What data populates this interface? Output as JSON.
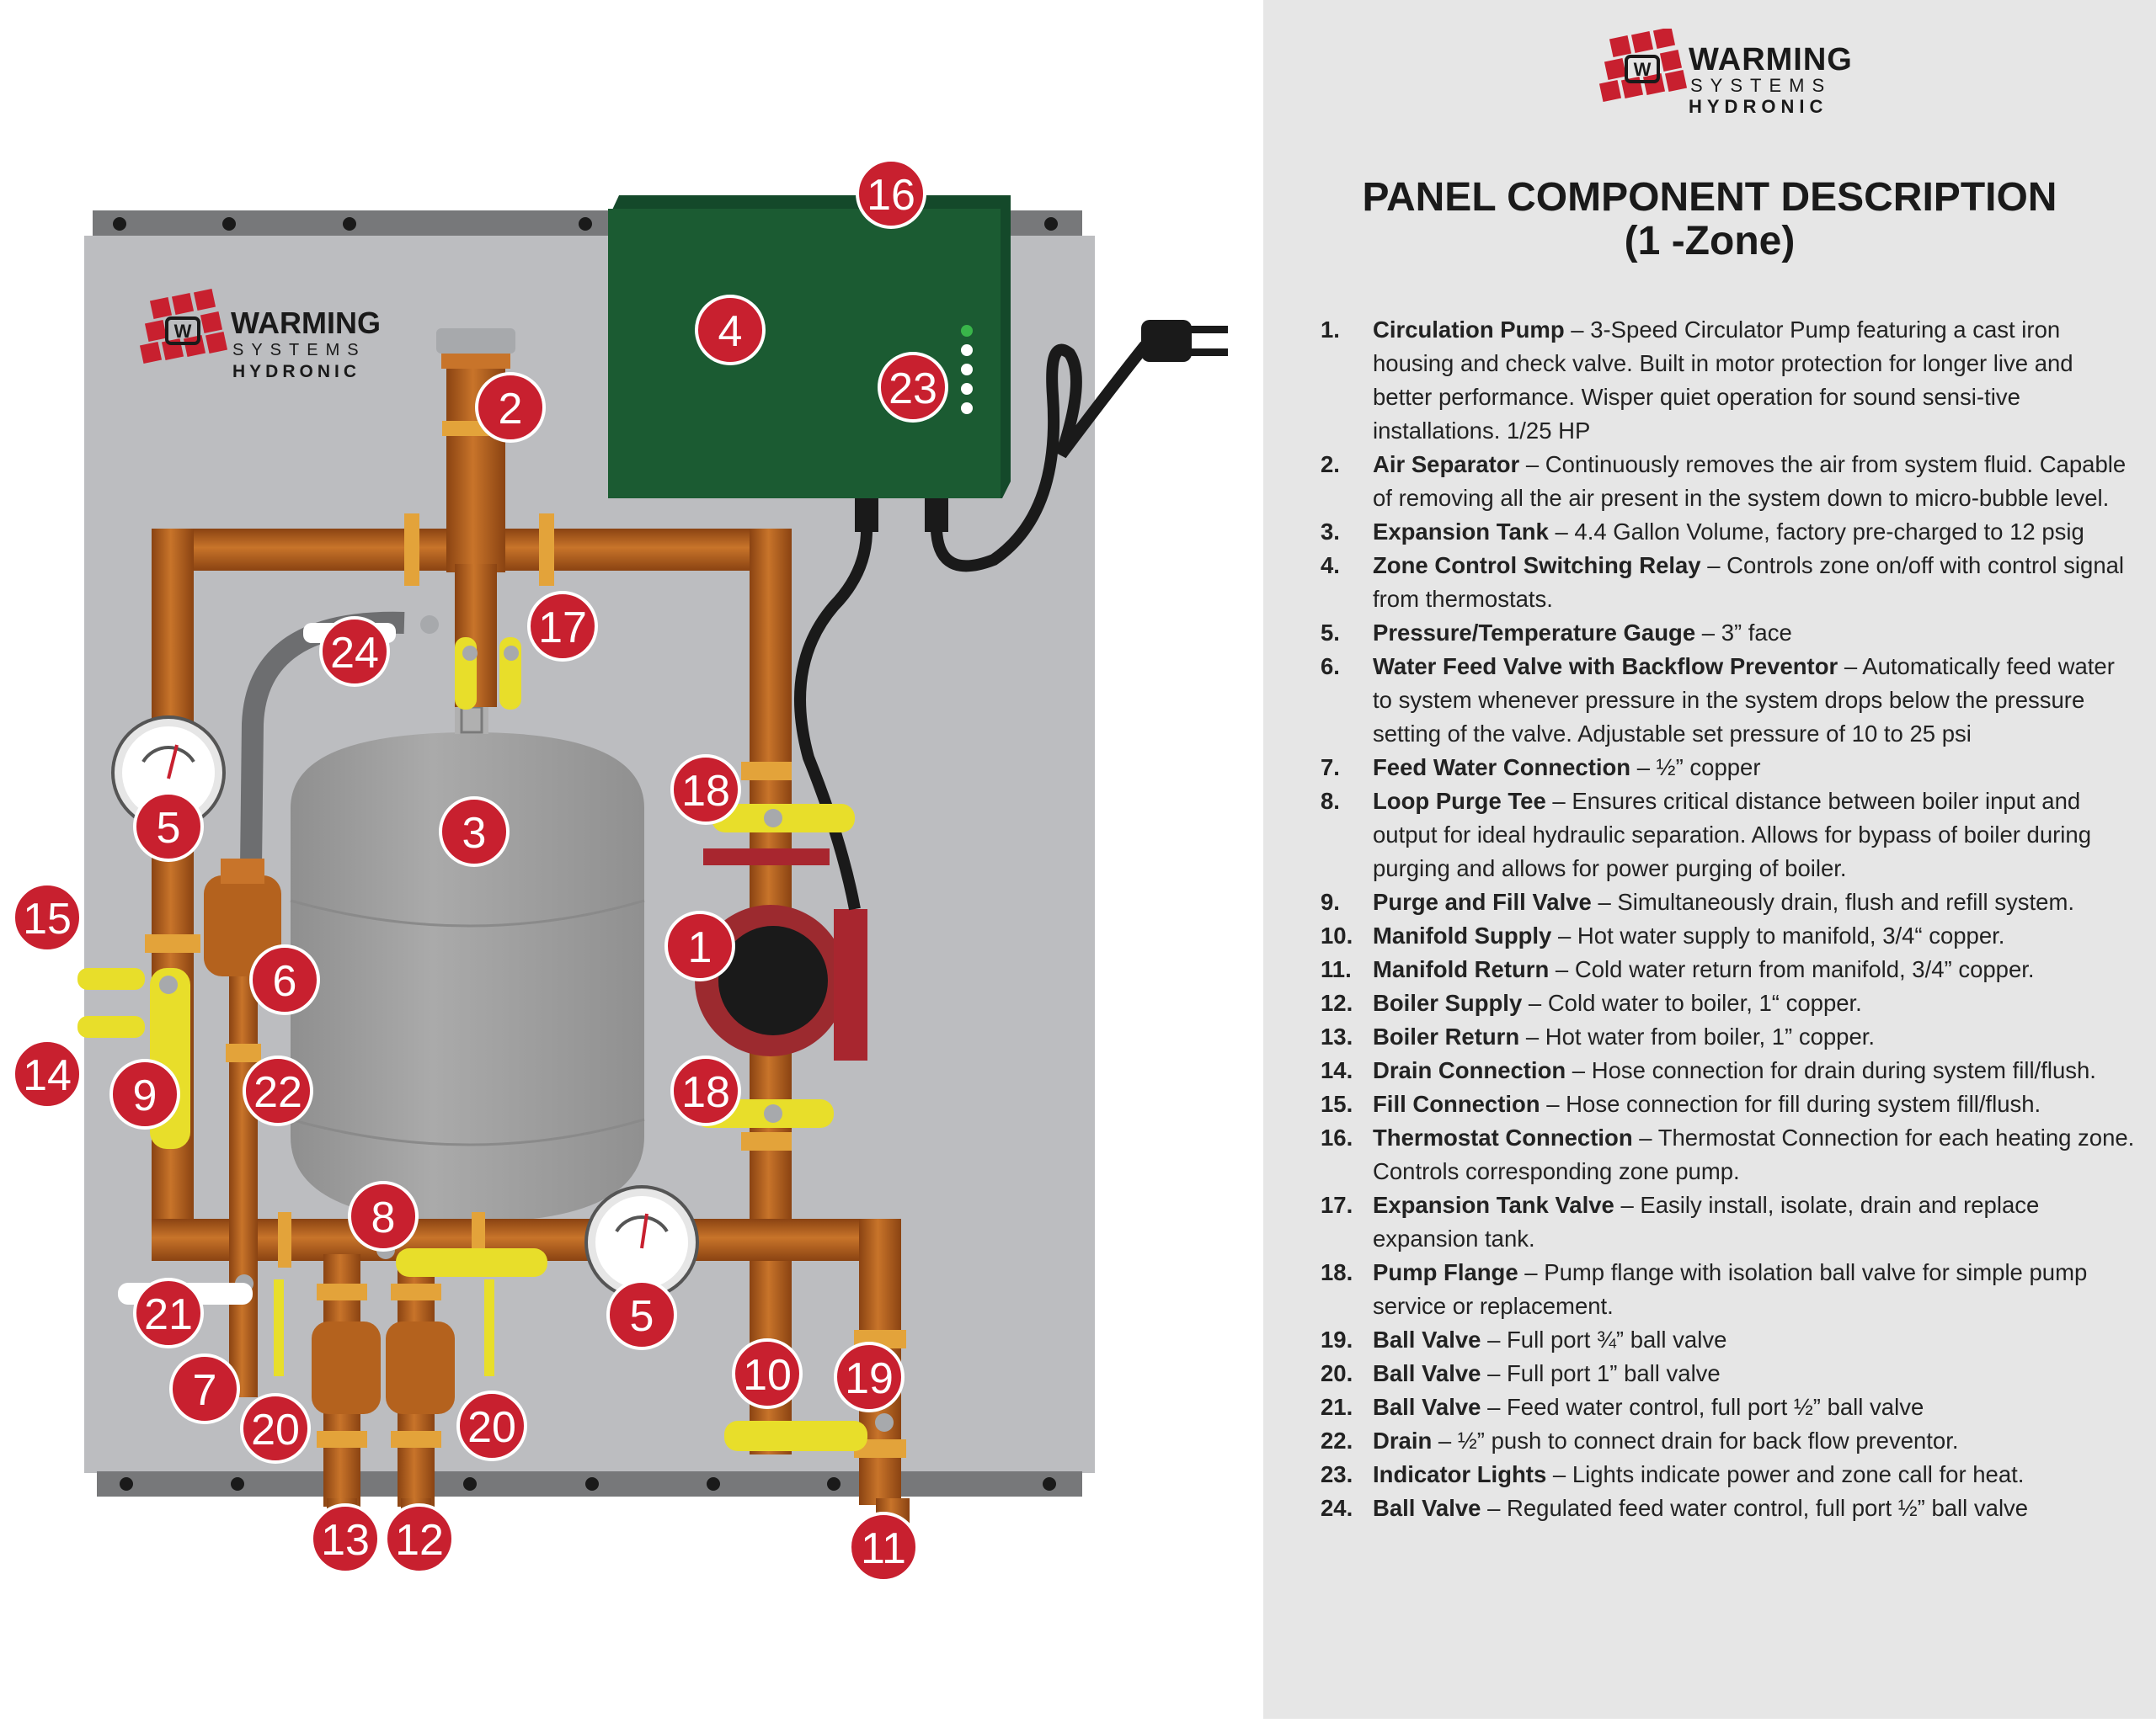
{
  "brand": {
    "line1": "WARMING",
    "line2": "SYSTEMS",
    "line3": "HYDRONIC"
  },
  "heading": {
    "line1": "PANEL COMPONENT DESCRIPTION",
    "line2": "(1 -Zone)"
  },
  "callouts": [
    "16",
    "4",
    "23",
    "2",
    "17",
    "24",
    "18",
    "5",
    "3",
    "15",
    "1",
    "6",
    "9",
    "14",
    "22",
    "18",
    "8",
    "5",
    "21",
    "7",
    "20",
    "20",
    "10",
    "19",
    "13",
    "12",
    "11"
  ],
  "components": [
    {
      "num": "1.",
      "name": "Circulation Pump",
      "desc": " – 3-Speed Circulator Pump featuring a cast iron housing and check valve.  Built in motor protection for longer live and better performance.  Wisper quiet operation for sound sensi-tive installations.  1/25 HP"
    },
    {
      "num": "2.",
      "name": "Air Separator",
      "desc": " – Continuously removes the air from system fluid. Capable of removing all the air present in the system down to micro-bubble level."
    },
    {
      "num": "3.",
      "name": "Expansion Tank",
      "desc": " – 4.4 Gallon Volume, factory pre-charged to 12 psig"
    },
    {
      "num": "4.",
      "name": "Zone Control Switching Relay",
      "desc": " – Controls zone on/off with control signal from thermostats."
    },
    {
      "num": "5.",
      "name": "Pressure/Temperature Gauge",
      "desc": " – 3” face"
    },
    {
      "num": "6.",
      "name": "Water Feed Valve with Backflow Preventor",
      "desc": " – Automatically feed water to system whenever pressure in the system drops below the pressure setting of the valve.  Adjustable set pressure of 10 to 25 psi"
    },
    {
      "num": "7.",
      "name": "Feed Water Connection",
      "desc": " – ½” copper"
    },
    {
      "num": "8.",
      "name": "Loop Purge Tee",
      "desc": " – Ensures critical distance between boiler input and output for ideal hydraulic separation.  Allows for bypass of boiler during purging and allows for power purging of boiler."
    },
    {
      "num": "9.",
      "name": "Purge and Fill Valve",
      "desc": " – Simultaneously drain, flush and refill system."
    },
    {
      "num": "10.",
      "name": "Manifold Supply",
      "desc": " – Hot water supply to manifold, 3/4“ copper."
    },
    {
      "num": "11.",
      "name": "Manifold Return",
      "desc": " – Cold water return from manifold, 3/4” copper."
    },
    {
      "num": "12.",
      "name": "Boiler Supply",
      "desc": " – Cold water to boiler, 1“ copper."
    },
    {
      "num": "13.",
      "name": "Boiler Return",
      "desc": " – Hot water from boiler, 1” copper."
    },
    {
      "num": "14.",
      "name": "Drain Connection",
      "desc": " – Hose connection for drain during system fill/flush."
    },
    {
      "num": "15.",
      "name": "Fill Connection",
      "desc": " – Hose connection for fill during system fill/flush."
    },
    {
      "num": "16.",
      "name": "Thermostat Connection",
      "desc": " – Thermostat Connection for each heating zone.  Controls corresponding zone pump."
    },
    {
      "num": "17.",
      "name": "Expansion Tank Valve",
      "desc": " – Easily install, isolate, drain and replace expansion tank."
    },
    {
      "num": "18.",
      "name": "Pump Flange",
      "desc": " – Pump flange with isolation ball valve for simple pump service or replacement."
    },
    {
      "num": "19.",
      "name": "Ball Valve",
      "desc": " – Full port ¾” ball valve"
    },
    {
      "num": "20.",
      "name": "Ball Valve",
      "desc": " – Full port 1” ball valve"
    },
    {
      "num": "21.",
      "name": "Ball Valve",
      "desc": " – Feed water control, full port ½” ball valve"
    },
    {
      "num": "22.",
      "name": "Drain",
      "desc": " – ½” push to connect drain for back flow preventor."
    },
    {
      "num": "23.",
      "name": "Indicator Lights",
      "desc": " – Lights indicate power and zone call for heat."
    },
    {
      "num": "24.",
      "name": "Ball Valve",
      "desc": " – Regulated feed water control, full port ½” ball valve"
    }
  ],
  "colors": {
    "copper": "#b4621e",
    "valve_yellow": "#e8de2a",
    "callout_red": "#c8202f",
    "relay_green": "#1b5b32",
    "panel_gray": "#bcbdc0",
    "tank_gray": "#a4a4a4",
    "side_bg": "#e6e6e6"
  }
}
